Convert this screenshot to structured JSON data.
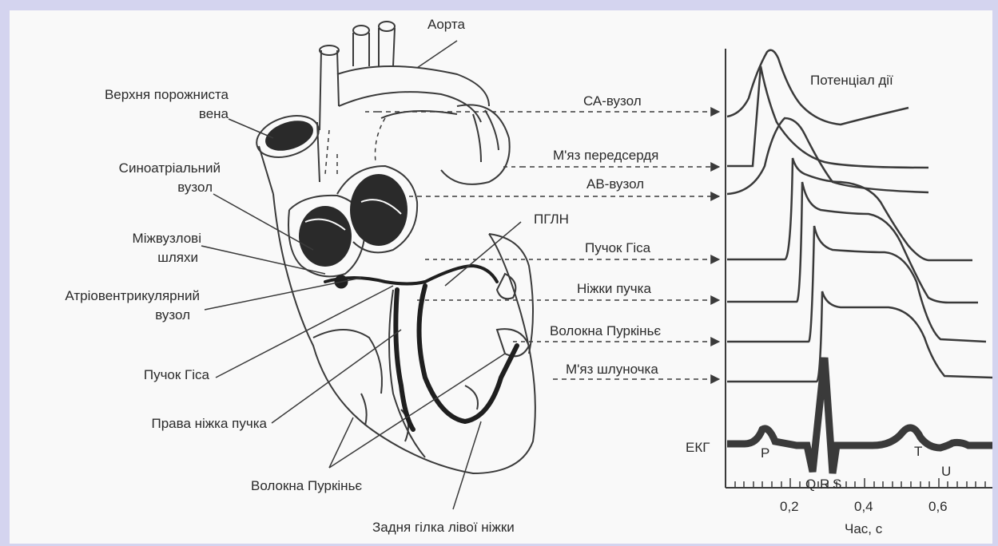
{
  "heart": {
    "aorta": "Аорта",
    "svc_line1": "Верхня порожниста",
    "svc_line2": "вена",
    "sa_line1": "Синоатріальний",
    "sa_line2": "вузол",
    "internodal_line1": "Міжвузлові",
    "internodal_line2": "шляхи",
    "av_line1": "Атріовентрикулярний",
    "av_line2": "вузол",
    "his": "Пучок Гіса",
    "right_branch": "Права ніжка пучка",
    "purkinje": "Волокна Пуркіньє",
    "posterior_branch": "Задня гілка лівої ніжки",
    "pgln": "ПГЛН"
  },
  "arrows": [
    "СА-вузол",
    "М'яз передсердя",
    "АВ-вузол",
    "Пучок Гіса",
    "Ніжки пучка",
    "Волокна Пуркіньє",
    "М'яз шлуночка"
  ],
  "plot": {
    "title": "Потенціал дії",
    "ecg_label": "ЕКГ",
    "waves": {
      "p": "P",
      "q": "Q",
      "r": "R",
      "s": "S",
      "t": "T",
      "u": "U"
    },
    "x_ticks": [
      "0,2",
      "0,4",
      "0,6"
    ],
    "x_label": "Час, с"
  },
  "colors": {
    "ink": "#3a3a3a",
    "frame": "#d4d4ef",
    "paper": "#f9f9f9"
  }
}
